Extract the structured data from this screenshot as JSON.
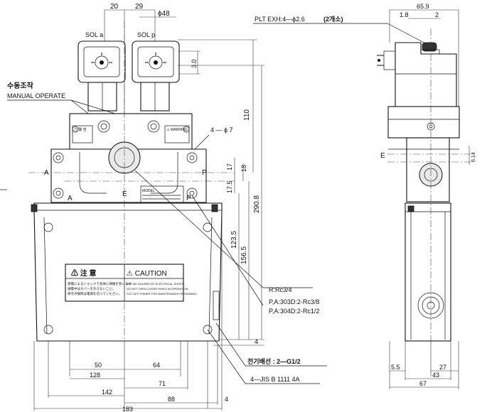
{
  "labels": {
    "top_dim_20": "20",
    "top_dim_29": "29",
    "top_phi48": "ϕ48",
    "sol_a": "SOL a",
    "sol_p": "SOL p",
    "dim_3": "3.0",
    "manual_kr": "수동조작",
    "manual_en": "MANUAL OPERATE",
    "hole_4phi7": "4 — ϕ 7",
    "port_a_left": "A",
    "port_a_right": "A",
    "port_p_left": "P",
    "port_p_right": "P",
    "port_e": "E",
    "dim_110": "110",
    "dim_17": "17",
    "dim_18": "18",
    "dim_175": "17.5",
    "dim_2908": "290.8",
    "dim_1235": "123.5",
    "dim_1565": "156.5",
    "dim_4_right": "4",
    "r_rc": "R:Rc3/4",
    "pa_303": "P,A:303D:2-Rc3/8",
    "pa_304": "P,A:304D:2-Rc1/2",
    "conduit": "전기배선 : 2—G1/2",
    "jis": "4—JIS B 1111 4A",
    "dim_50": "50",
    "dim_64": "64",
    "dim_128": "128",
    "dim_71": "71",
    "dim_142": "142",
    "dim_88": "88",
    "dim_4_bottom": "4",
    "dim_183": "183",
    "plt_exh": "PLT   EXH:4—ϕ2.6",
    "plt_count": "(2개소)",
    "side_659": "65.9",
    "side_18": "1.8",
    "side_2": "2",
    "side_e": "E",
    "side_614": "6.14",
    "side_55": "5.5",
    "side_27": "27",
    "side_43": "43",
    "side_67": "67",
    "warn_kr_title": "⚠ 注 意",
    "warn_en_title": "⚠ CAUTION",
    "warn_kr_line1": "感電によるショックで身体に損傷を負います",
    "warn_kr_line2": "通電中はカバーを外さないこと。",
    "warn_kr_line3": "保守点検時は電源を切ってください。",
    "warn_en_line1": "MAY BE INJURED BY ELECTRICAL SHOCK.",
    "warn_en_line2": "DO NOT OPEN COVER WHILE IN OPERATION.",
    "warn_en_line3": "CUT OFF POWER FOR MAINTENANCE PERSONNEL.",
    "small_plate_kr": "⚠ 警 告",
    "small_plate_en": "⚠ WARNING",
    "nameplate_model": "MODEL"
  }
}
